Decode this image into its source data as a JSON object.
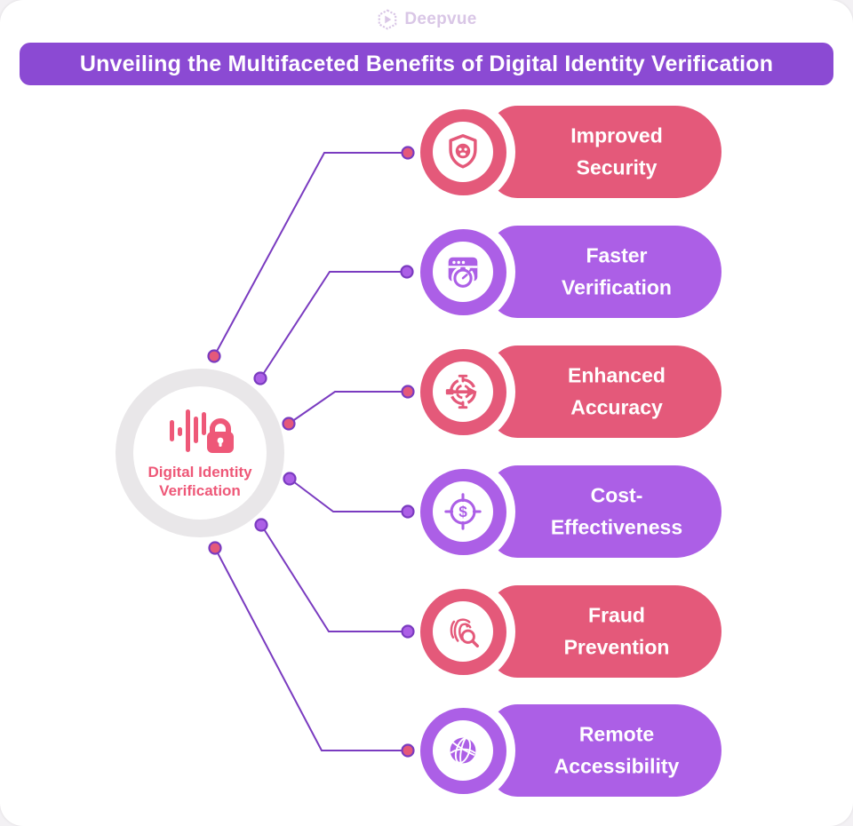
{
  "logo": {
    "text": "Deepvue",
    "icon": "deepvue-hexagon-logo"
  },
  "title": "Unveiling the Multifaceted Benefits of Digital Identity Verification",
  "hub": {
    "icon": "voice-waveform-lock-icon",
    "label_line1": "Digital Identity",
    "label_line2": "Verification"
  },
  "benefits": [
    {
      "label_line1": "Improved",
      "label_line2": "Security",
      "theme": "pink",
      "dot_color": "pink",
      "icon": "shield-face-icon"
    },
    {
      "label_line1": "Faster",
      "label_line2": "Verification",
      "theme": "purple",
      "dot_color": "purple",
      "icon": "browser-stopwatch-icon"
    },
    {
      "label_line1": "Enhanced",
      "label_line2": "Accuracy",
      "theme": "pink",
      "dot_color": "pink",
      "icon": "target-arrow-icon"
    },
    {
      "label_line1": "Cost-",
      "label_line2": "Effectiveness",
      "theme": "purple",
      "dot_color": "purple",
      "icon": "dollar-target-icon"
    },
    {
      "label_line1": "Fraud",
      "label_line2": "Prevention",
      "theme": "pink",
      "dot_color": "purple",
      "icon": "fingerprint-magnifier-icon"
    },
    {
      "label_line1": "Remote",
      "label_line2": "Accessibility",
      "theme": "purple",
      "dot_color": "pink",
      "icon": "globe-icon"
    }
  ],
  "colors": {
    "pink": "#E4597A",
    "purple": "#AC5FE6",
    "banner_purple": "#8B4AD3",
    "connector_purple": "#7A3BC0",
    "hub_ring_gray": "#E9E7E9",
    "hub_accent_pink": "#EE5878",
    "logo_lavender": "#D9C6E6",
    "background": "#FFFFFF"
  }
}
